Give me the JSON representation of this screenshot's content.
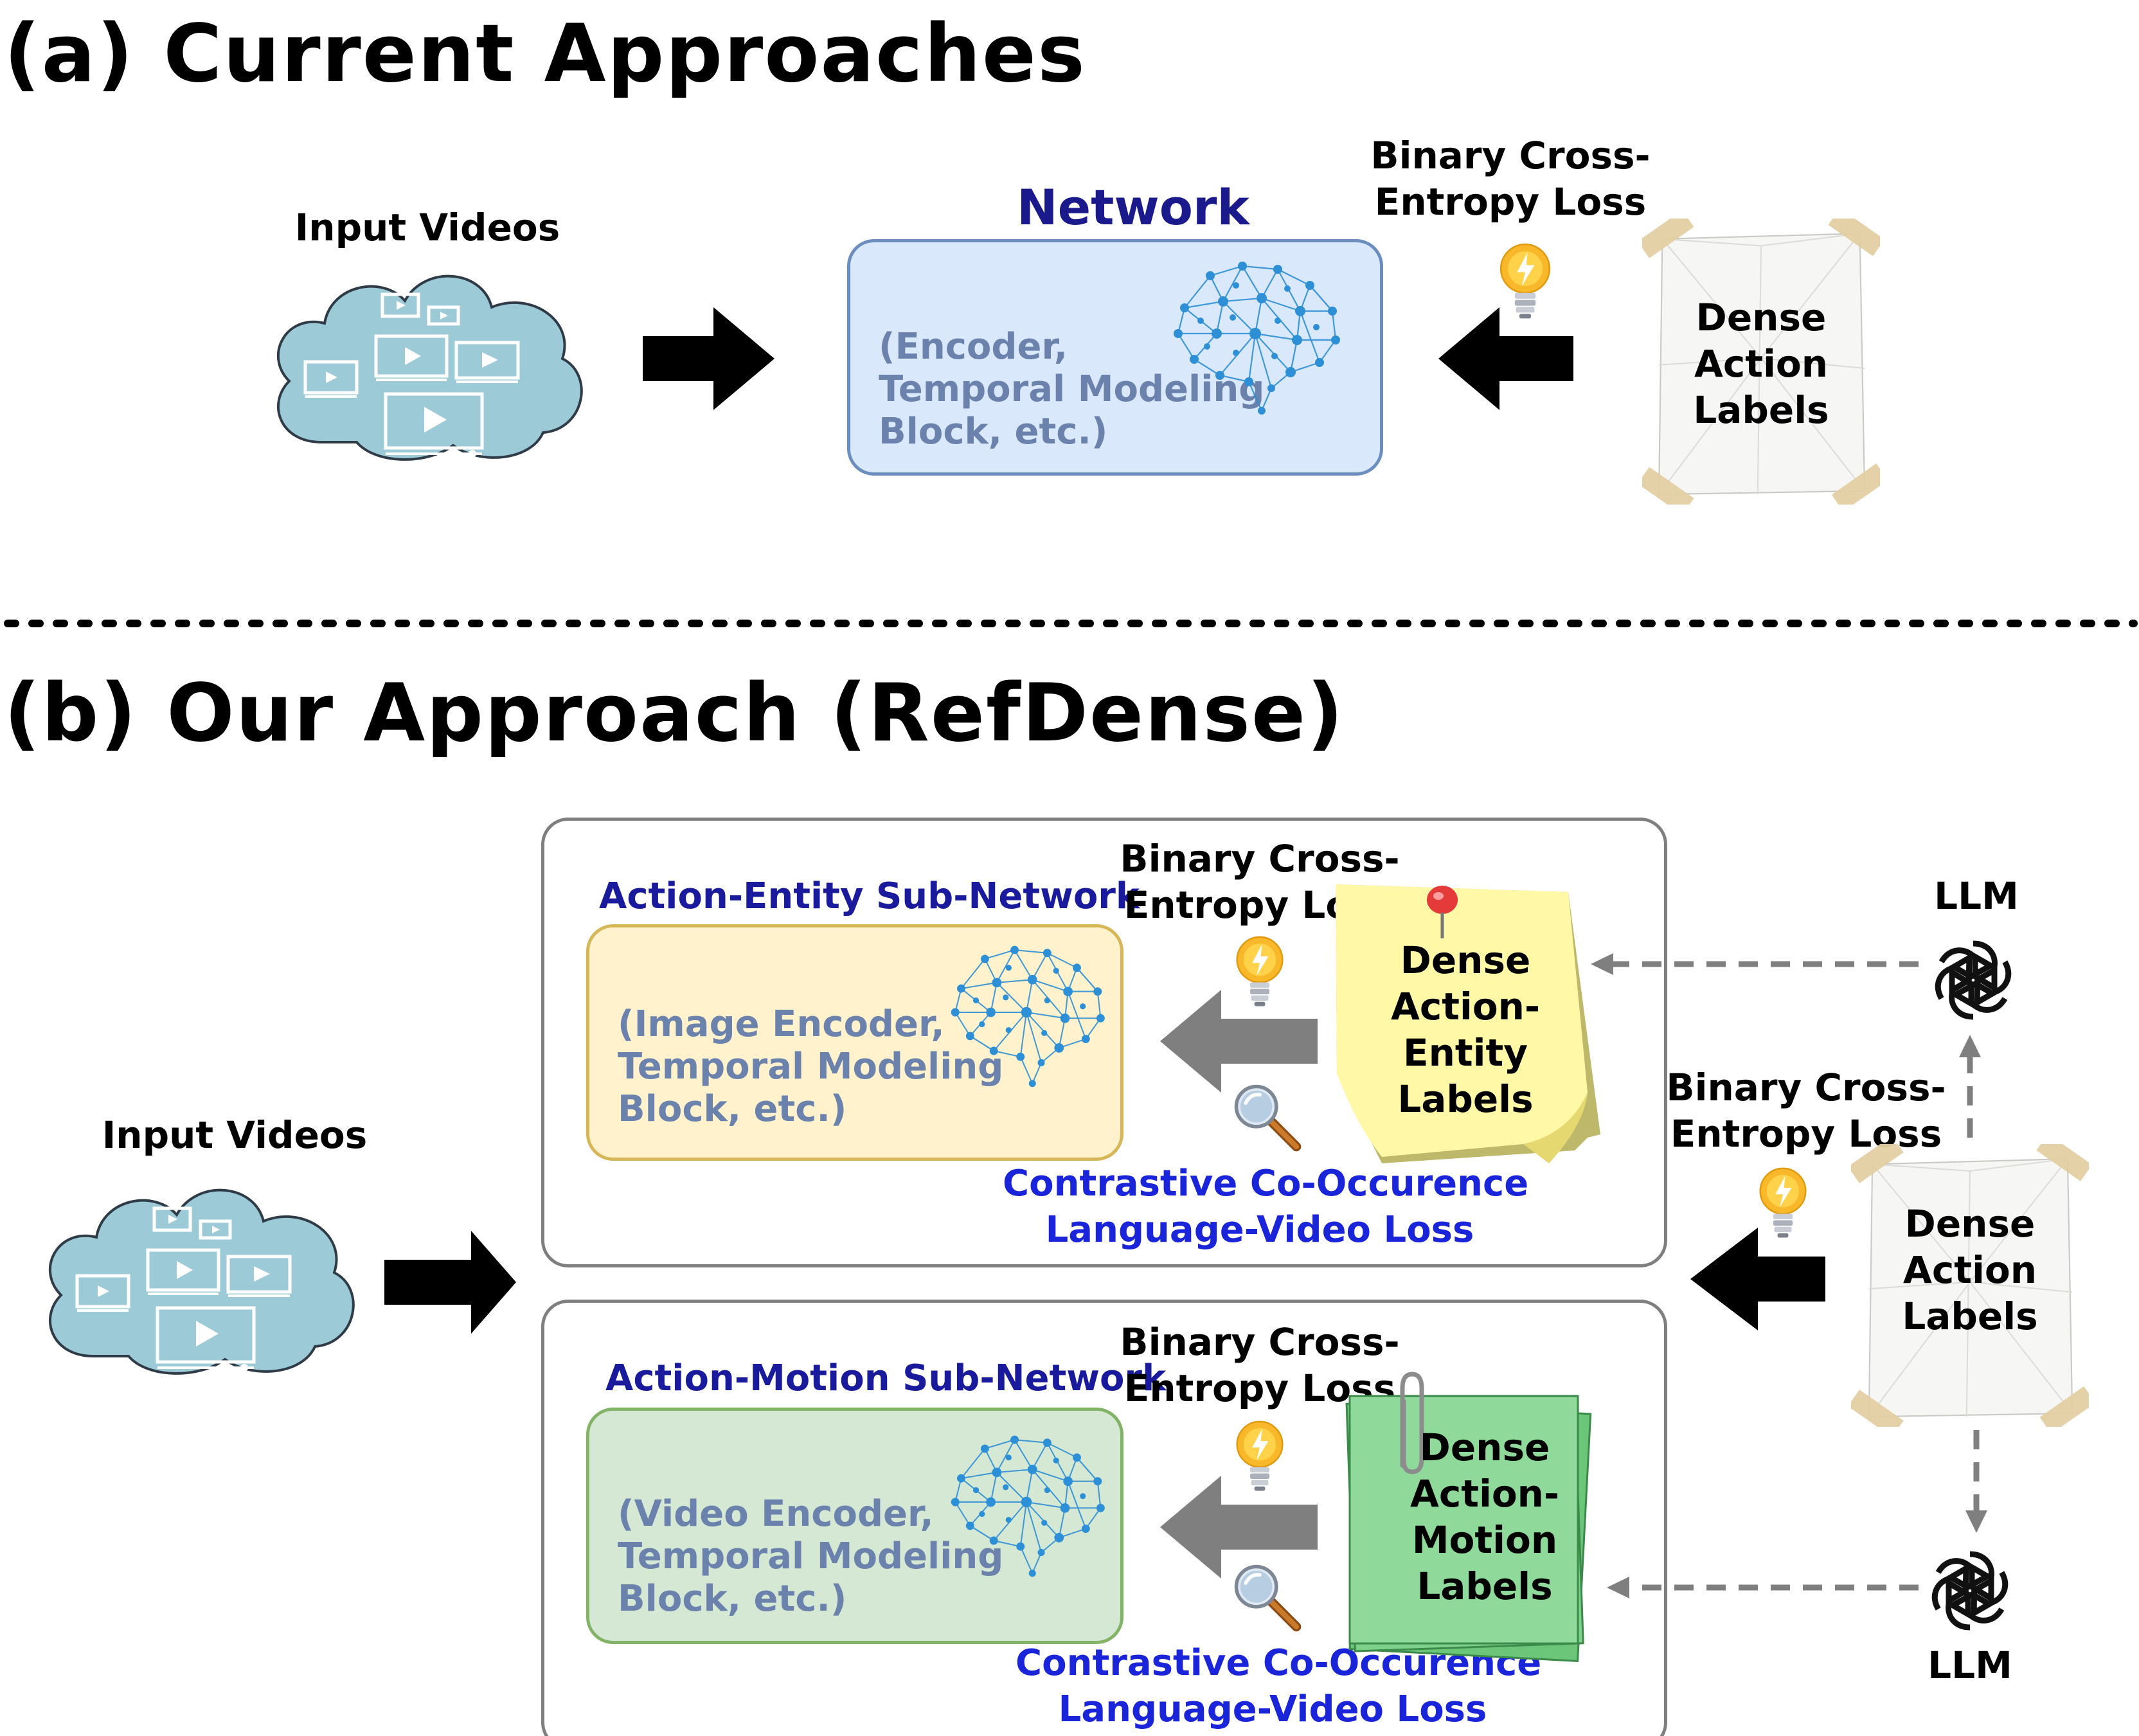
{
  "section_a": {
    "title": "(a) Current Approaches",
    "input_label": "Input Videos",
    "network_title": "Network",
    "network_text": [
      "(Encoder,",
      "Temporal Modeling",
      "Block, etc.)"
    ],
    "loss_label": [
      "Binary Cross-",
      "Entropy Loss"
    ],
    "labels_note": [
      "Dense",
      "Action",
      "Labels"
    ]
  },
  "section_b": {
    "title": "(b) Our Approach (RefDense)",
    "input_label": "Input Videos",
    "entity_net": {
      "title": "Action-Entity Sub-Network",
      "text": [
        "(Image Encoder,",
        "Temporal Modeling",
        "Block, etc.)"
      ],
      "loss_label": [
        "Binary Cross-",
        "Entropy Loss"
      ],
      "note": [
        "Dense",
        "Action-",
        "Entity",
        "Labels"
      ],
      "contrastive": [
        "Contrastive Co-Occurence",
        "Language-Video Loss"
      ]
    },
    "motion_net": {
      "title": "Action-Motion Sub-Network",
      "text": [
        "(Video Encoder,",
        "Temporal Modeling",
        "Block, etc.)"
      ],
      "loss_label": [
        "Binary Cross-",
        "Entropy Loss"
      ],
      "note": [
        "Dense",
        "Action-",
        "Motion",
        "Labels"
      ],
      "contrastive": [
        "Contrastive Co-Occurence",
        "Language-Video Loss"
      ]
    },
    "right_loss_label": [
      "Binary Cross-",
      "Entropy Loss"
    ],
    "labels_note": [
      "Dense",
      "Action",
      "Labels"
    ],
    "llm_top": "LLM",
    "llm_bottom": "LLM"
  },
  "colors": {
    "network_fill": "#dae8fc",
    "network_border": "#6c8ebf",
    "entity_fill": "#fff2cc",
    "entity_border": "#d6b656",
    "motion_fill": "#d5e8d4",
    "motion_border": "#82b366",
    "cloud_fill": "#9ccbd7",
    "brain": "#2d8fd5",
    "title_blue": "#1a1a8c",
    "contrast_blue": "#1a24d8"
  }
}
